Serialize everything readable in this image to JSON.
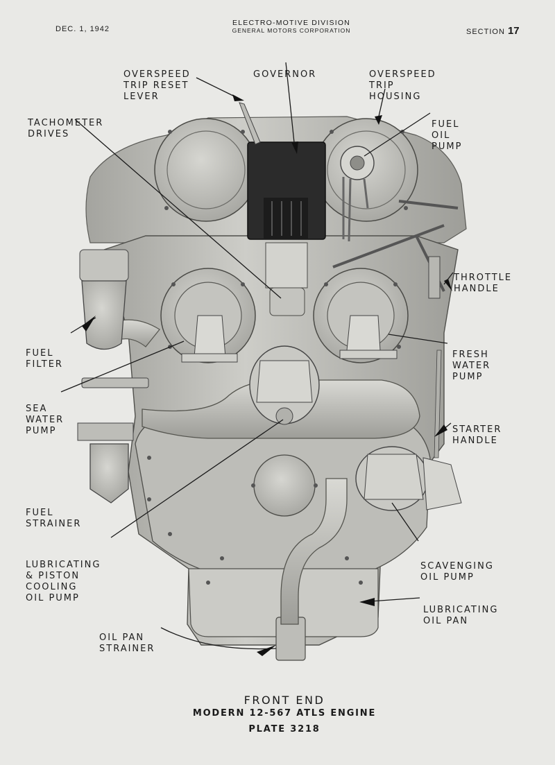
{
  "header": {
    "date": "DEC. 1, 1942",
    "division": "ELECTRO-MOTIVE DIVISION",
    "corporation": "GENERAL MOTORS CORPORATION",
    "section_label": "SECTION",
    "section_number": "17"
  },
  "labels": {
    "overspeed_trip_reset_lever": [
      "OVERSPEED",
      "TRIP RESET",
      "LEVER"
    ],
    "governor": [
      "GOVERNOR"
    ],
    "overspeed_trip_housing": [
      "OVERSPEED",
      "TRIP",
      "HOUSING"
    ],
    "tachometer_drives": [
      "TACHOMETER",
      "DRIVES"
    ],
    "fuel_oil_pump": [
      "FUEL",
      "OIL",
      "PUMP"
    ],
    "throttle_handle": [
      "THROTTLE",
      "HANDLE"
    ],
    "fuel_filter": [
      "FUEL",
      "FILTER"
    ],
    "fresh_water_pump": [
      "FRESH",
      "WATER",
      "PUMP"
    ],
    "sea_water_pump": [
      "SEA",
      "WATER",
      "PUMP"
    ],
    "starter_handle": [
      "STARTER",
      "HANDLE"
    ],
    "fuel_strainer": [
      "FUEL",
      "STRAINER"
    ],
    "lubricating_piston_cooling_oil_pump": [
      "LUBRICATING",
      "& PISTON",
      "COOLING",
      "OIL PUMP"
    ],
    "scavenging_oil_pump": [
      "SCAVENGING",
      "OIL PUMP"
    ],
    "lubricating_oil_pan": [
      "LUBRICATING",
      "OIL PAN"
    ],
    "oil_pan_strainer": [
      "OIL PAN",
      "STRAINER"
    ]
  },
  "caption": {
    "title": "FRONT END",
    "subtitle": "MODERN 12-567 ATLS ENGINE",
    "plate": "PLATE 3218"
  },
  "colors": {
    "paper": "#e9e9e6",
    "ink": "#1a1a1a",
    "engine_light": "#c9c9c4",
    "engine_mid": "#a7a7a2",
    "engine_dark": "#2a2a2a"
  }
}
